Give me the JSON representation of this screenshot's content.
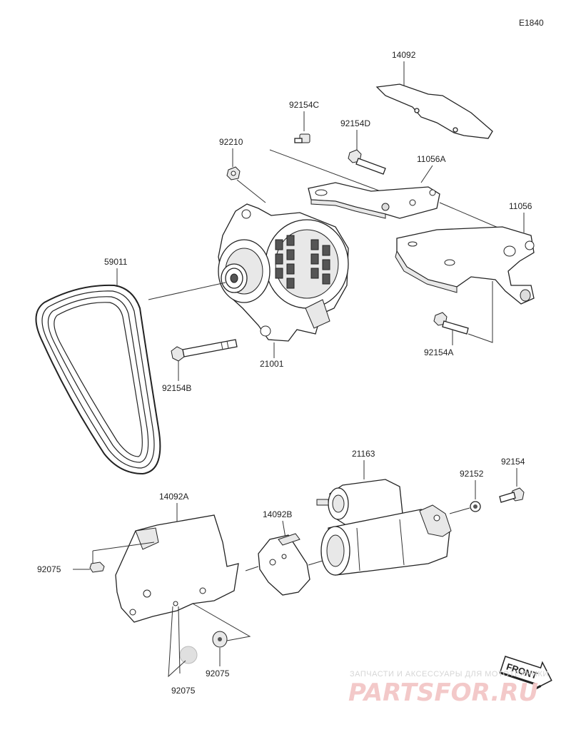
{
  "diagram": {
    "code": "E1840",
    "labels": {
      "p14092": "14092",
      "p92154C": "92154C",
      "p92154D": "92154D",
      "p92210": "92210",
      "p11056A": "11056A",
      "p11056": "11056",
      "p59011": "59011",
      "p92154A": "92154A",
      "p92154B": "92154B",
      "p21001": "21001",
      "p21163": "21163",
      "p92152": "92152",
      "p92154": "92154",
      "p14092A": "14092A",
      "p14092B": "14092B",
      "p92075a": "92075",
      "p92075b": "92075",
      "p92075c": "92075"
    },
    "front_arrow": "FRONT"
  },
  "watermark": {
    "line1": "ЗАПЧАСТИ И АКСЕССУАРЫ ДЛЯ МОТОТЕХНИКИ",
    "line2": "PARTSFOR.RU"
  }
}
